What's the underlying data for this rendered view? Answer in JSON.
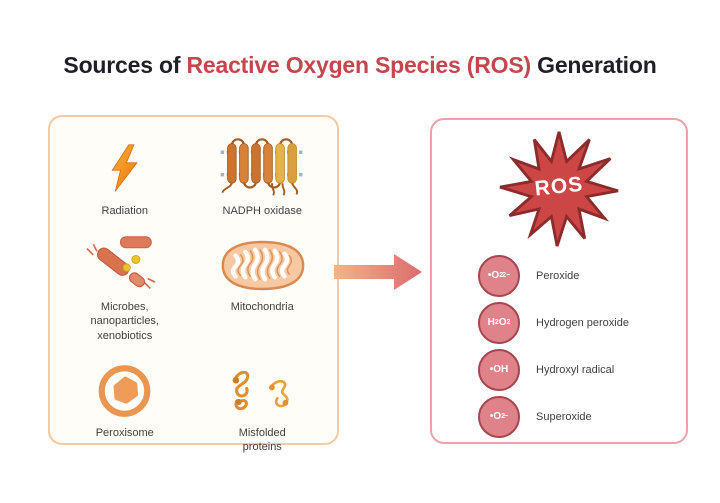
{
  "title": {
    "prefix": "Sources of ",
    "highlight": "Reactive Oxygen Species (ROS)",
    "suffix": " Generation"
  },
  "colors": {
    "title_dark": "#221e28",
    "accent_red": "#c6464e",
    "left_panel_border": "#f3cba2",
    "right_panel_border": "#e9a3a9",
    "star_fill": "#cc4646",
    "star_stroke": "#8c2b2b",
    "badge_fill": "#e08289",
    "badge_stroke": "#a4474e",
    "arrow_gradient_start": "#f2b489",
    "arrow_gradient_end": "#dc6c6e",
    "icon_orange": "#ef8a1d"
  },
  "left_panel": {
    "items": [
      {
        "icon": "lightning-bolt-icon",
        "label": "Radiation"
      },
      {
        "icon": "membrane-protein-icon",
        "label": "NADPH oxidase"
      },
      {
        "icon": "bacteria-icon",
        "label": "Microbes,\nnanoparticles,\nxenobiotics"
      },
      {
        "icon": "mitochondrion-icon",
        "label": "Mitochondria"
      },
      {
        "icon": "peroxisome-icon",
        "label": "Peroxisome"
      },
      {
        "icon": "protein-squiggle-icon",
        "label": "Misfolded\nproteins"
      }
    ]
  },
  "arrow": {
    "direction": "right"
  },
  "right_panel": {
    "star_label": "ROS",
    "species": [
      {
        "label": "Peroxide",
        "formula_parts": [
          {
            "t": "•O"
          },
          {
            "t": "2"
          },
          {
            "t": "2−"
          }
        ]
      },
      {
        "label": "Hydrogen peroxide",
        "formula_parts": [
          {
            "t": "H"
          },
          {
            "t": "2"
          },
          {
            "t": "O"
          },
          {
            "t": "2"
          }
        ]
      },
      {
        "label": "Hydroxyl radical",
        "formula_parts": [
          {
            "t": "•OH"
          }
        ]
      },
      {
        "label": "Superoxide",
        "formula_parts": [
          {
            "t": "•O"
          },
          {
            "t": "2"
          },
          {
            "t": "−"
          }
        ]
      }
    ]
  }
}
